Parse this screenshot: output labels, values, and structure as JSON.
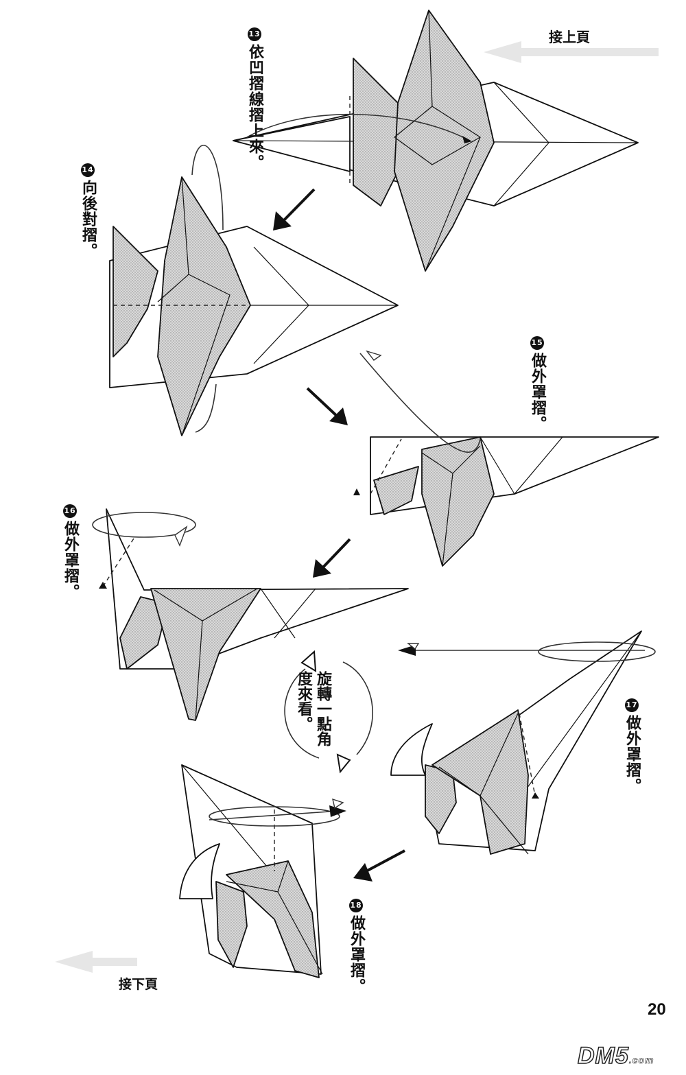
{
  "header": {
    "continue_from_prev": "接上頁"
  },
  "footer": {
    "continue_to_next": "接下頁",
    "page_number": "20"
  },
  "watermark": {
    "main": "DM5",
    "suffix": ".com"
  },
  "steps": [
    {
      "num": "13",
      "text": "依凹摺線摺上來。"
    },
    {
      "num": "14",
      "text": "向後對摺。"
    },
    {
      "num": "15",
      "text": "做外罩摺。"
    },
    {
      "num": "16",
      "text": "做外罩摺。"
    },
    {
      "num": "17",
      "text": "做外罩摺。"
    },
    {
      "num": "18",
      "text": "做外罩摺。"
    }
  ],
  "rotate_note": "旋轉一點角度來看。"
}
